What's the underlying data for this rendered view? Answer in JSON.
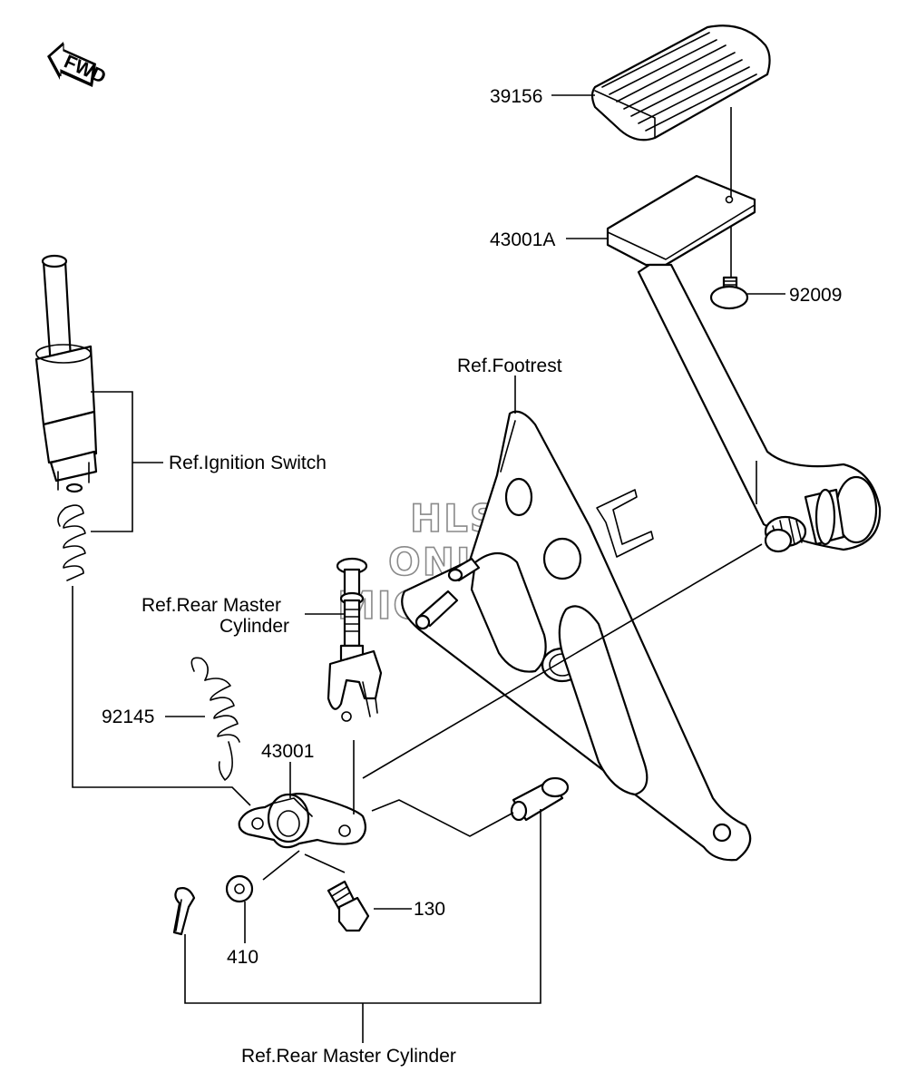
{
  "direction_badge": {
    "label": "FWD",
    "icon": "forward-arrow-icon"
  },
  "watermark": {
    "line1": "HLSM",
    "line2": "ONLINE",
    "line3": "MICROFICHE"
  },
  "callouts": {
    "p39156": "39156",
    "p43001A": "43001A",
    "p92009": "92009",
    "footrest": "Ref.Footrest",
    "ignition_switch": "Ref.Ignition Switch",
    "rear_master_cyl_line1": "Ref.Rear Master",
    "rear_master_cyl_line2": "Cylinder",
    "p92145": "92145",
    "p43001": "43001",
    "p130": "130",
    "p410": "410",
    "rear_master_cyl_bottom": "Ref.Rear Master Cylinder"
  },
  "colors": {
    "line": "#000000",
    "background": "#ffffff",
    "watermark": "#8a8a8a"
  }
}
